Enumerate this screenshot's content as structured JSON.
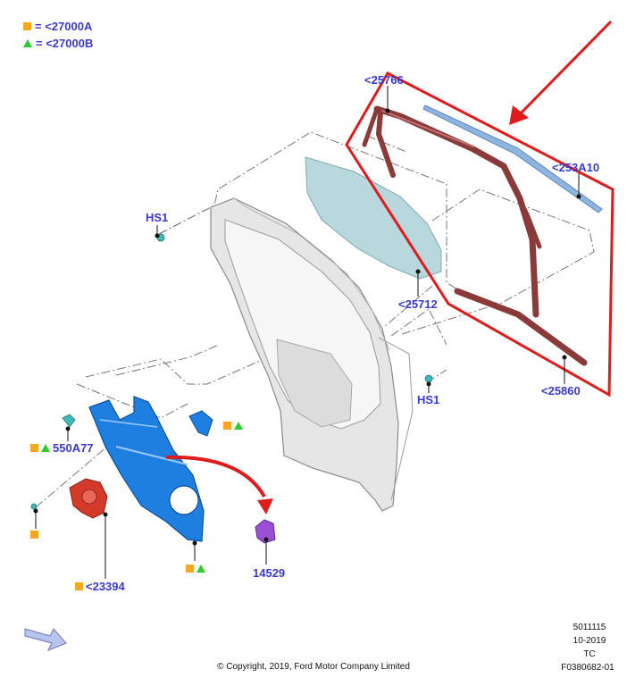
{
  "legend": [
    {
      "symbol": "orange-square",
      "text": "= <27000A"
    },
    {
      "symbol": "green-triangle",
      "text": "= <27000B"
    }
  ],
  "callouts": {
    "c25766": "<25766",
    "c253A10": "<253A10",
    "hs1_left": "HS1",
    "c25712": "<25712",
    "hs1_right": "HS1",
    "c25860": "<25860",
    "c550A77": "550A77",
    "c23394": "<23394",
    "c14529": "14529"
  },
  "footer": {
    "number": "5011115",
    "date": "10-2019",
    "code": "TC",
    "figure_id": "F0380682-01",
    "copyright": "© Copyright, 2019, Ford Motor Company Limited"
  },
  "colors": {
    "callout_text": "#3a3acc",
    "highlight_red": "#e01b1b",
    "regulator_blue": "#1f7fe0",
    "motor_red": "#d23a2a",
    "weatherstrip": "#8b3a3a",
    "glass": "#b9d8de",
    "bracket_purple": "#9b4fd6",
    "clip_teal": "#3fb8b8",
    "symbol_orange": "#f5a623",
    "symbol_green": "#2ecc2e"
  }
}
